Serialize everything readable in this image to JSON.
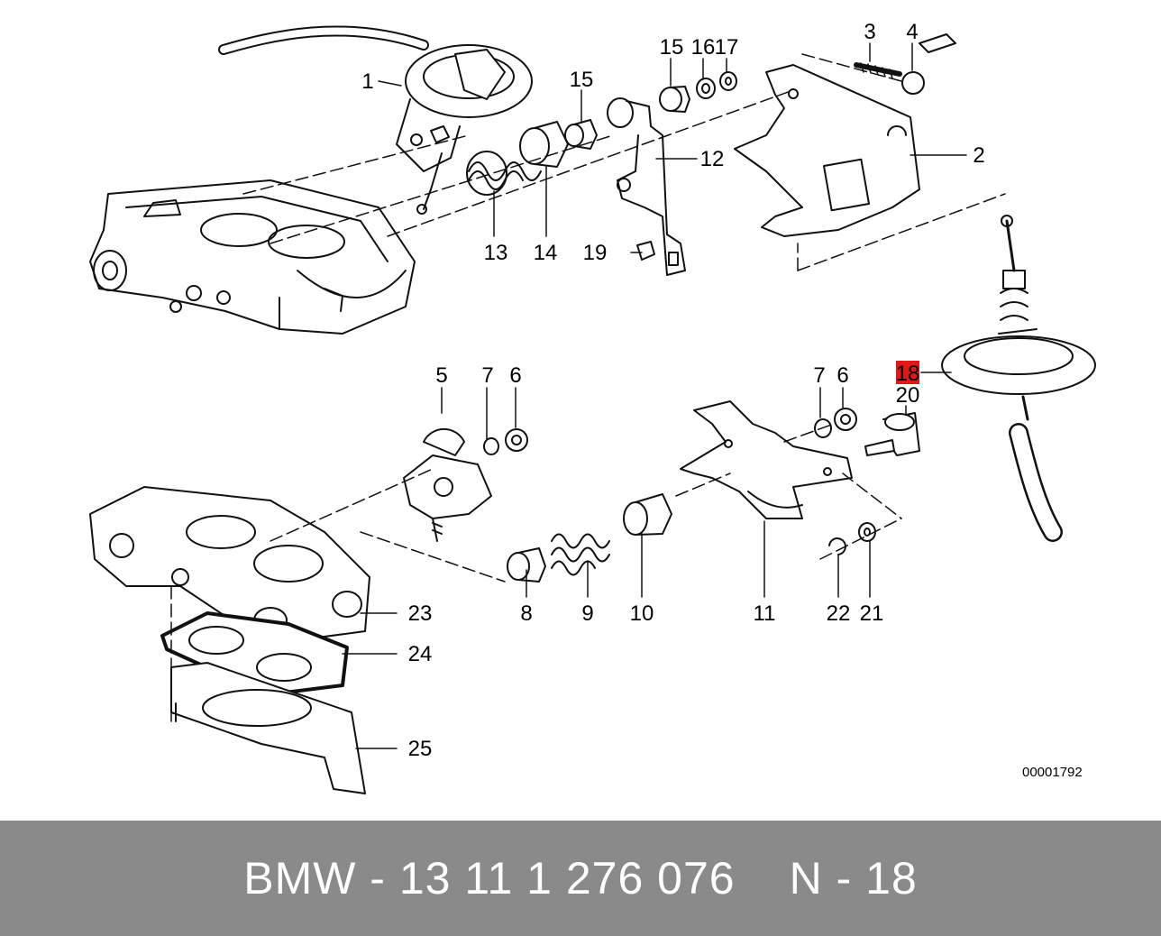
{
  "diagram": {
    "reference_code": "00001792",
    "highlight_color": "#e01818",
    "callouts": [
      {
        "id": "c1",
        "label": "1"
      },
      {
        "id": "c2",
        "label": "2"
      },
      {
        "id": "c3",
        "label": "3"
      },
      {
        "id": "c4",
        "label": "4"
      },
      {
        "id": "c5",
        "label": "5"
      },
      {
        "id": "c6a",
        "label": "6"
      },
      {
        "id": "c6b",
        "label": "6"
      },
      {
        "id": "c7a",
        "label": "7"
      },
      {
        "id": "c7b",
        "label": "7"
      },
      {
        "id": "c8",
        "label": "8"
      },
      {
        "id": "c9",
        "label": "9"
      },
      {
        "id": "c10",
        "label": "10"
      },
      {
        "id": "c11",
        "label": "11"
      },
      {
        "id": "c12",
        "label": "12"
      },
      {
        "id": "c13",
        "label": "13"
      },
      {
        "id": "c14",
        "label": "14"
      },
      {
        "id": "c15a",
        "label": "15"
      },
      {
        "id": "c15b",
        "label": "15"
      },
      {
        "id": "c16",
        "label": "16"
      },
      {
        "id": "c17",
        "label": "17"
      },
      {
        "id": "c18",
        "label": "18",
        "highlighted": true
      },
      {
        "id": "c19",
        "label": "19"
      },
      {
        "id": "c20",
        "label": "20"
      },
      {
        "id": "c21",
        "label": "21"
      },
      {
        "id": "c22",
        "label": "22"
      },
      {
        "id": "c23",
        "label": "23"
      },
      {
        "id": "c24",
        "label": "24"
      },
      {
        "id": "c25",
        "label": "25"
      }
    ]
  },
  "footer": {
    "part_number": "BMW - 13 11 1 276 076",
    "position": "N - 18",
    "background_color": "#8a8a8a"
  }
}
